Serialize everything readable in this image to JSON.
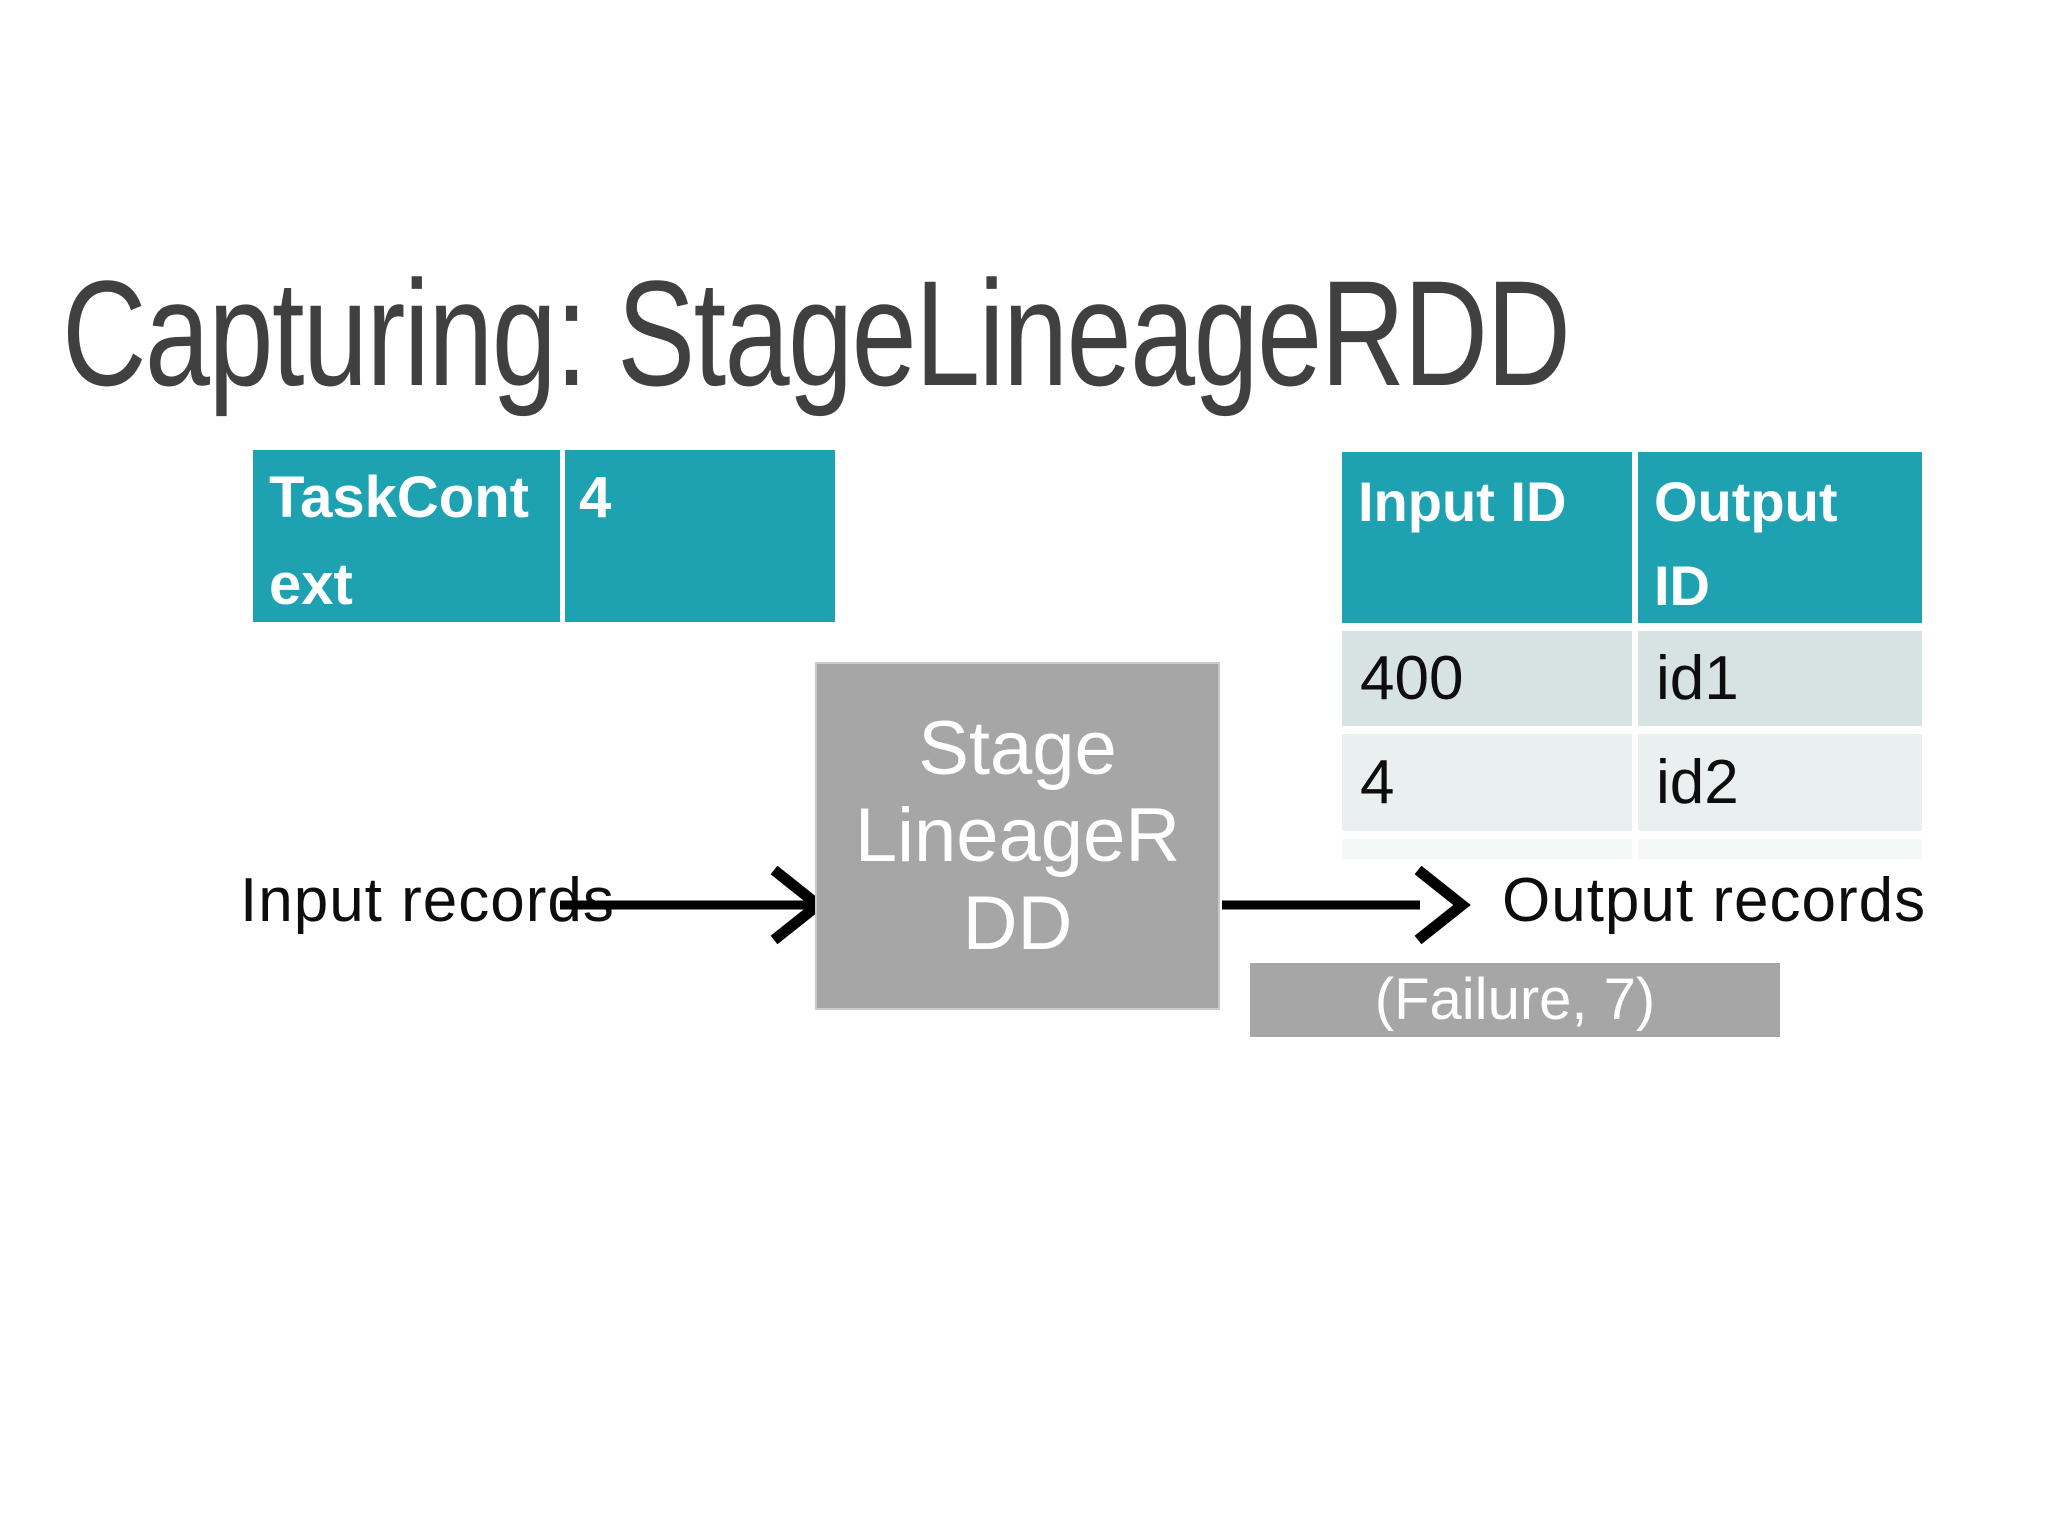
{
  "slide": {
    "title": "Capturing: StageLineageRDD"
  },
  "task_context_table": {
    "label_cell_lines": [
      "TaskCont",
      "ext"
    ],
    "value_cell_lines": [
      "4"
    ]
  },
  "lineage_table": {
    "headers": [
      {
        "lines": [
          "Input ID"
        ]
      },
      {
        "lines": [
          "Output",
          "ID"
        ]
      }
    ],
    "rows": [
      [
        "400",
        "id1"
      ],
      [
        "4",
        "id2"
      ]
    ]
  },
  "diagram": {
    "box_lines": [
      "Stage",
      "LineageR",
      "DD"
    ],
    "input_label": "Input records",
    "output_label": "Output records",
    "failure_label": "(Failure, 7)"
  },
  "colors": {
    "teal": "#1ea1b1",
    "table_row_1": "#d6e3e2",
    "table_row_2": "#e9f0ef",
    "table_row_3": "#f4f8f8",
    "gray_box": "#a6a6a6",
    "title_text": "#404040",
    "arrow": "#000000"
  }
}
